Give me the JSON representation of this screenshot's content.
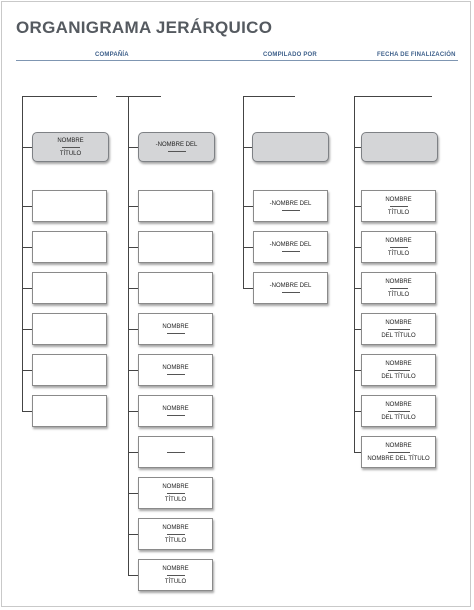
{
  "document": {
    "title": "ORGANIGRAMA JERÁRQUICO"
  },
  "header_fields": [
    {
      "label": "COMPAÑÍA"
    },
    {
      "label": "COMPILADO POR"
    },
    {
      "label": "FECHA DE FINALIZACIÓN"
    }
  ],
  "columns": [
    {
      "head": {
        "line1": "NOMBRE",
        "line2": "TÍTULO"
      },
      "boxes": [
        {
          "line1": "",
          "line2": ""
        },
        {
          "line1": "",
          "line2": ""
        },
        {
          "line1": "",
          "line2": ""
        },
        {
          "line1": "",
          "line2": ""
        },
        {
          "line1": "",
          "line2": ""
        },
        {
          "line1": "",
          "line2": ""
        }
      ]
    },
    {
      "head": {
        "line1": "-NOMBRE DEL",
        "line2": ""
      },
      "boxes": [
        {
          "line1": "",
          "line2": ""
        },
        {
          "line1": "",
          "line2": ""
        },
        {
          "line1": "",
          "line2": ""
        },
        {
          "line1": "NOMBRE",
          "line2": ""
        },
        {
          "line1": "NOMBRE",
          "line2": ""
        },
        {
          "line1": "NOMBRE",
          "line2": ""
        },
        {
          "line1": "",
          "line2": ""
        },
        {
          "line1": "NOMBRE",
          "line2": "TÍTULO"
        },
        {
          "line1": "NOMBRE",
          "line2": "TÍTULO"
        },
        {
          "line1": "NOMBRE",
          "line2": "TÍTULO"
        }
      ]
    },
    {
      "head": {
        "line1": "",
        "line2": ""
      },
      "boxes": [
        {
          "line1": "-NOMBRE DEL",
          "line2": ""
        },
        {
          "line1": "-NOMBRE DEL",
          "line2": ""
        },
        {
          "line1": "-NOMBRE DEL",
          "line2": ""
        }
      ]
    },
    {
      "head": {
        "line1": "",
        "line2": ""
      },
      "boxes": [
        {
          "line1": "NOMBRE",
          "line2": "TÍTULO"
        },
        {
          "line1": "NOMBRE",
          "line2": "TÍTULO"
        },
        {
          "line1": "NOMBRE",
          "line2": "TÍTULO"
        },
        {
          "line1": "NOMBRE",
          "line2": "DEL TÍTULO"
        },
        {
          "line1": "NOMBRE",
          "line2": "DEL TÍTULO"
        },
        {
          "line1": "NOMBRE",
          "line2": "DEL TÍTULO"
        },
        {
          "line1": "NOMBRE",
          "line2": "NOMBRE DEL TÍTULO"
        }
      ]
    }
  ]
}
